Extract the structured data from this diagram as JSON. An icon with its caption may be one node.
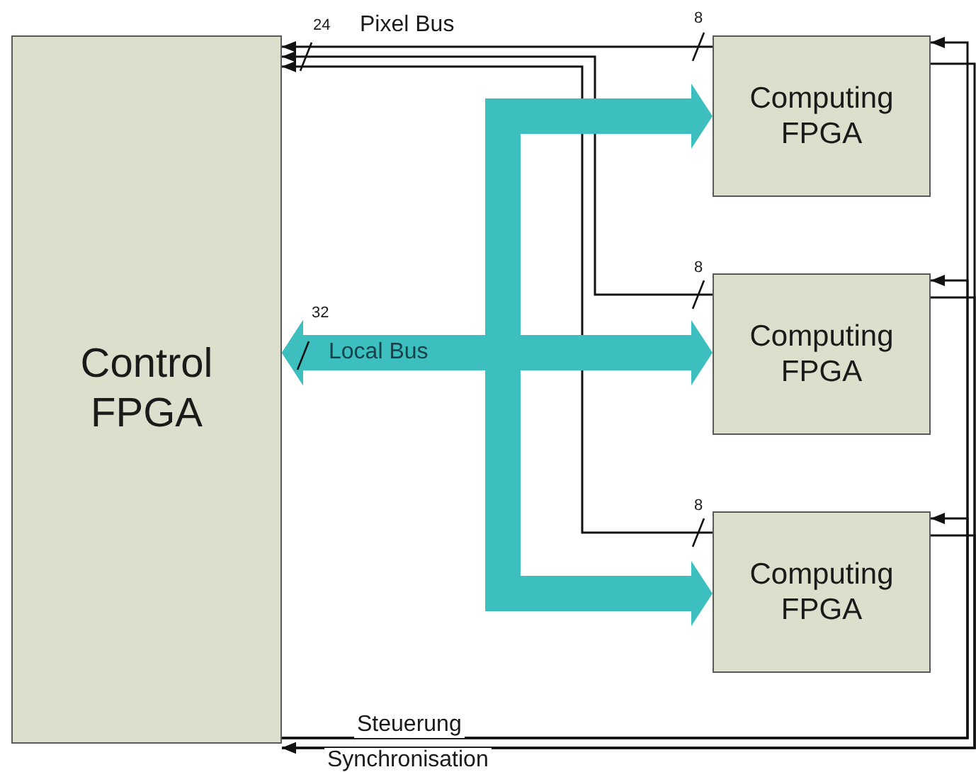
{
  "diagram": {
    "nodes": [
      {
        "text": [
          "Control FPGA"
        ]
      },
      {
        "text": [
          "Computing FPGA"
        ]
      },
      {
        "text": [
          "Computing FPGA"
        ]
      },
      {
        "text": [
          "Computing FPGA"
        ]
      }
    ],
    "edges": [
      {
        "from": 1,
        "to": 0,
        "arrow": "to",
        "label": "Pixel Bus"
      },
      {
        "from": 2,
        "to": 0,
        "arrow": "to"
      },
      {
        "from": 3,
        "to": 0,
        "arrow": "to"
      },
      {
        "from": 0,
        "to": 1,
        "arrow": "both",
        "style": "thick",
        "color": "#3dbfbf"
      },
      {
        "from": 0,
        "to": 2,
        "arrow": "both",
        "style": "thick",
        "color": "#3dbfbf",
        "label": "Local Bus"
      },
      {
        "from": 0,
        "to": 3,
        "arrow": "both",
        "style": "thick",
        "color": "#3dbfbf"
      },
      {
        "from": 0,
        "to": 1,
        "arrow": "to",
        "label": "Steuerung"
      },
      {
        "from": 0,
        "to": 2,
        "arrow": "to"
      },
      {
        "from": 0,
        "to": 3,
        "arrow": "to"
      },
      {
        "from": 1,
        "to": 0,
        "arrow": "to",
        "label": "Synchronisation"
      },
      {
        "from": 2,
        "to": 0,
        "arrow": "to"
      },
      {
        "from": 3,
        "to": 0,
        "arrow": "to"
      }
    ],
    "labels": [
      "24",
      "8",
      "8",
      "32",
      "8"
    ]
  }
}
